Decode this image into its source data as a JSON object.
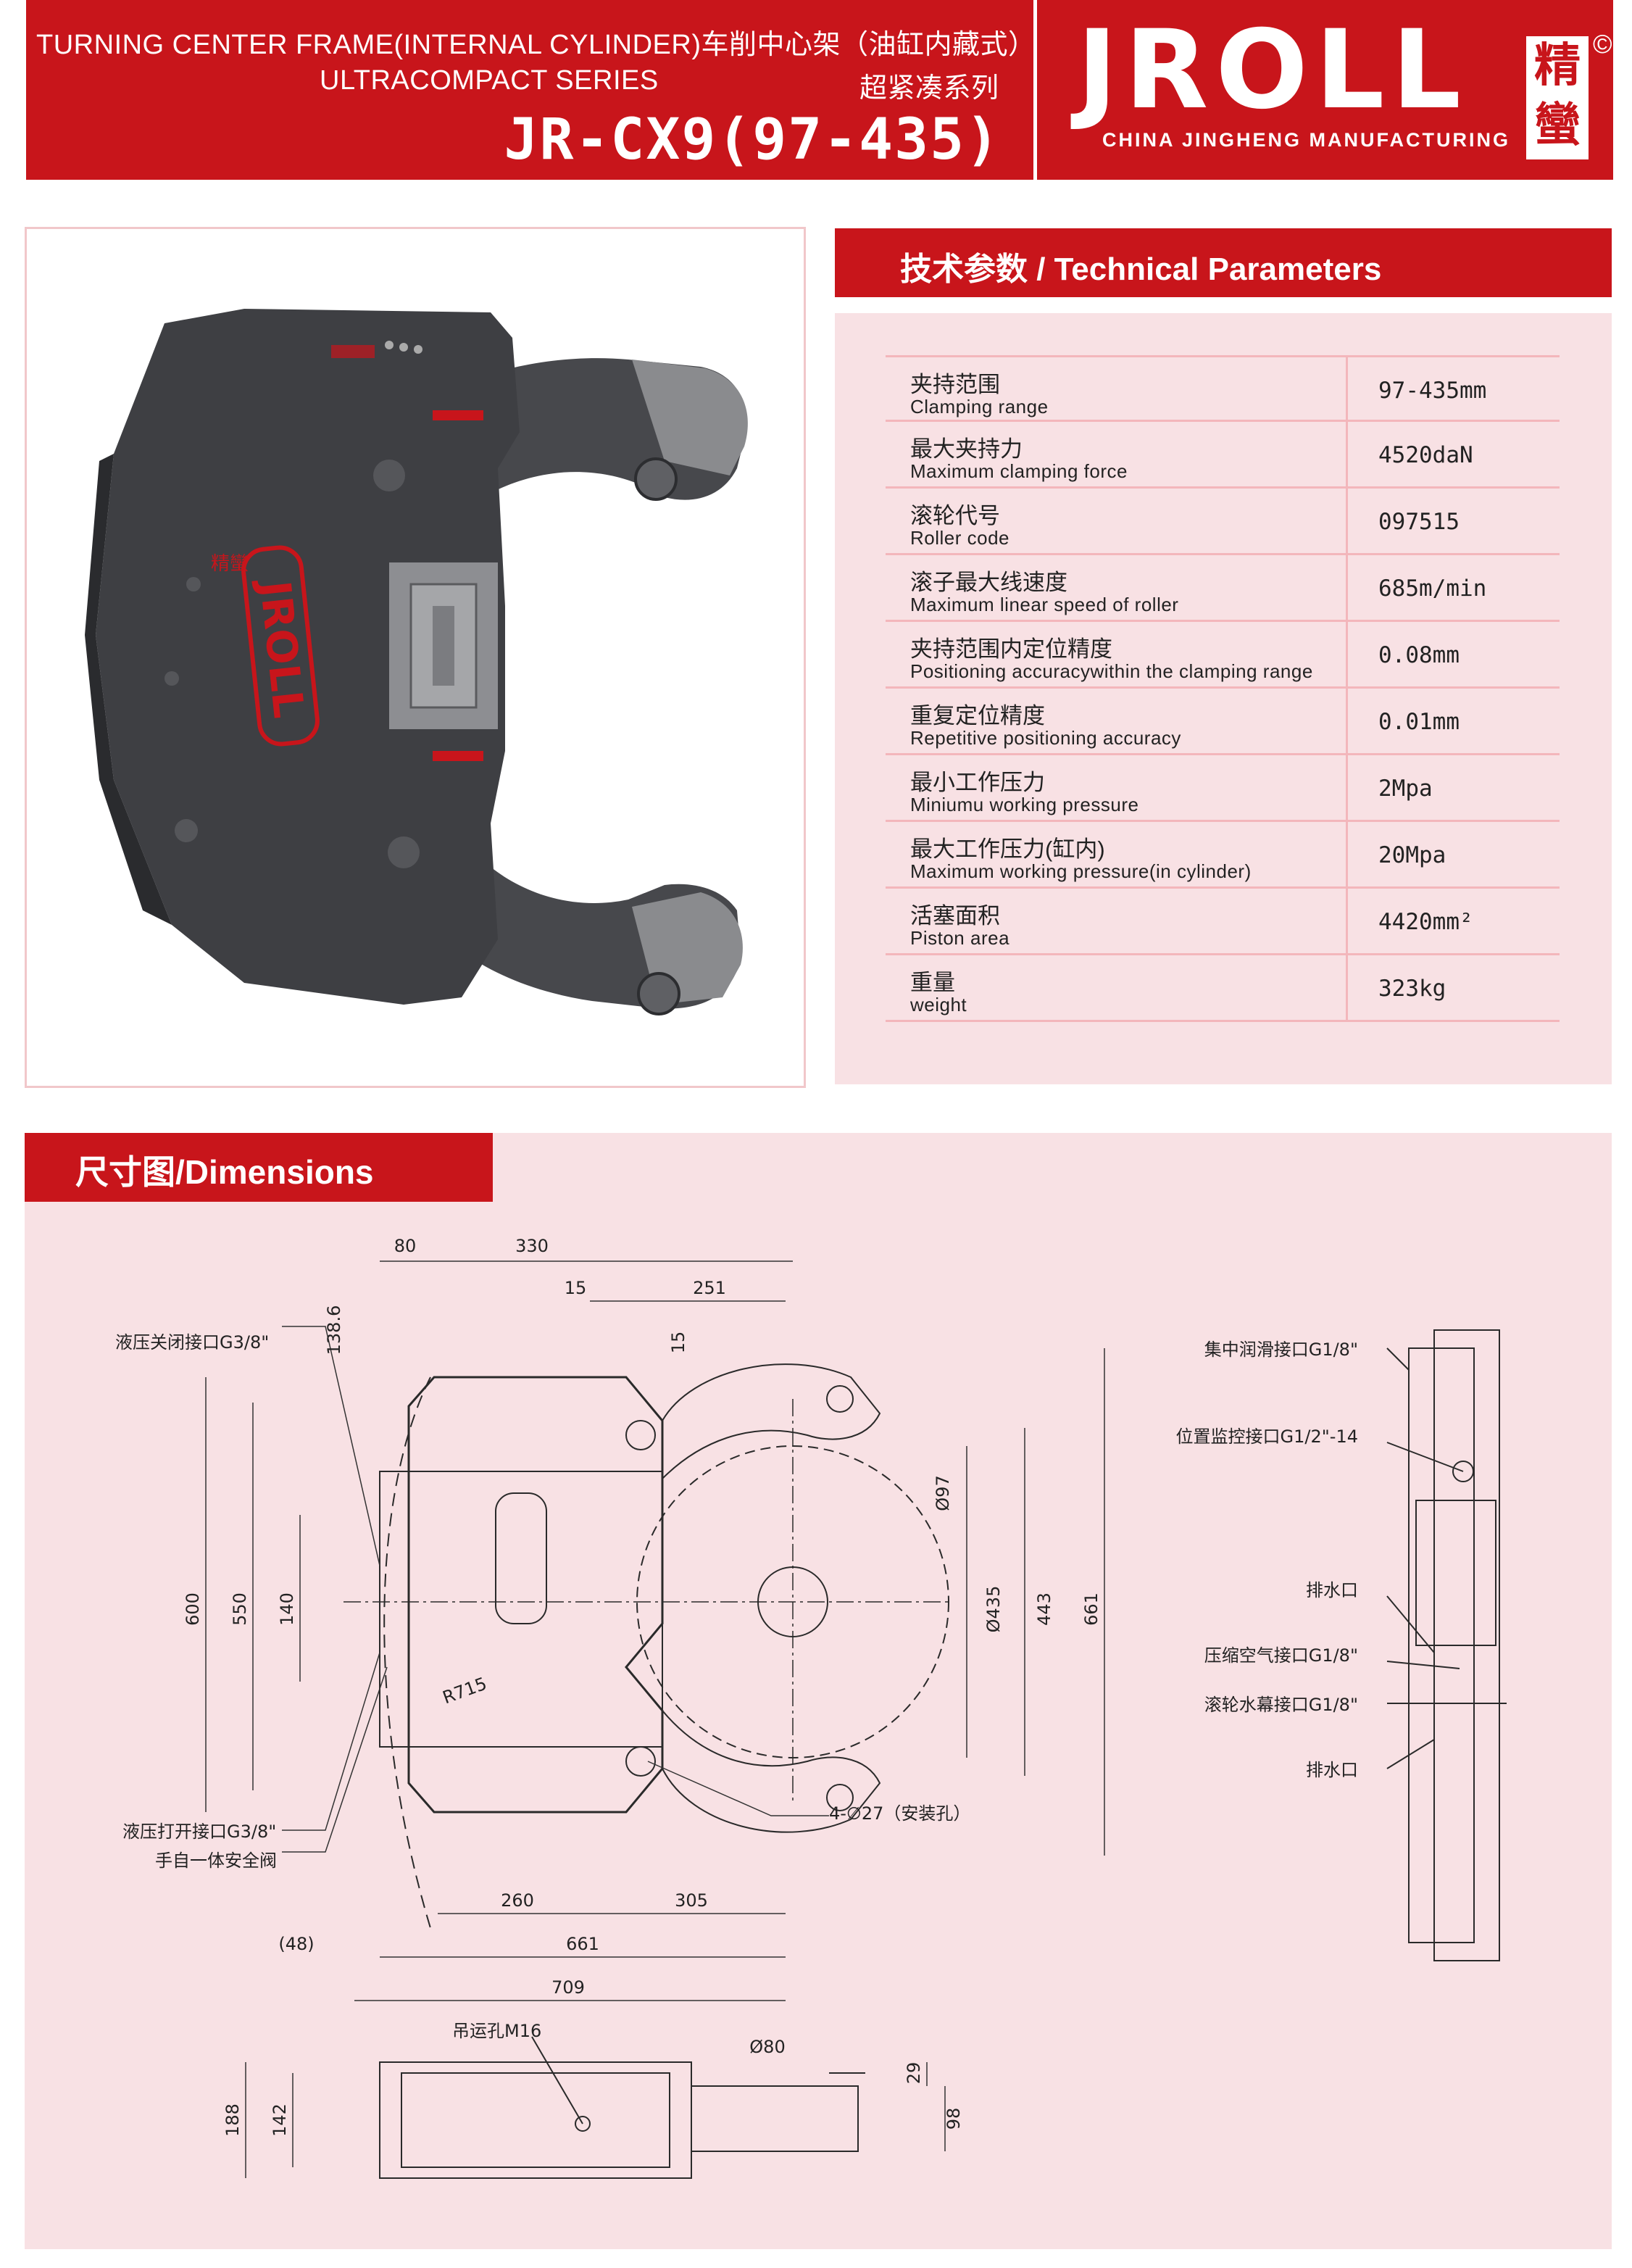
{
  "header": {
    "line1": "TURNING CENTER FRAME(INTERNAL CYLINDER)车削中心架（油缸内藏式）",
    "series_en": "ULTRACOMPACT SERIES",
    "series_cn": "超紧凑系列",
    "model": "JR-CX9(97-435)",
    "logo_text": "JROLL",
    "logo_subtitle": "CHINA JINGHENG MANUFACTURING",
    "logo_seal": "精蠻",
    "copyright": "©"
  },
  "product": {
    "logo_text": "JROLL",
    "brand_cn": "精蠻"
  },
  "parameters": {
    "title": "技术参数 / Technical Parameters",
    "rows": [
      {
        "cn": "夹持范围",
        "en": "Clamping range",
        "value": "97-435mm"
      },
      {
        "cn": "最大夹持力",
        "en": "Maximum clamping force",
        "value": "4520daN"
      },
      {
        "cn": "滚轮代号",
        "en": "Roller code",
        "value": "097515"
      },
      {
        "cn": "滚子最大线速度",
        "en": "Maximum linear speed of roller",
        "value": "685m/min"
      },
      {
        "cn": "夹持范围内定位精度",
        "en": "Positioning accuracywithin the clamping range",
        "value": "0.08mm"
      },
      {
        "cn": "重复定位精度",
        "en": "Repetitive positioning accuracy",
        "value": "0.01mm"
      },
      {
        "cn": "最小工作压力",
        "en": "Miniumu working pressure",
        "value": "2Mpa"
      },
      {
        "cn": "最大工作压力(缸内)",
        "en": "Maximum working pressure(in cylinder)",
        "value": "20Mpa"
      },
      {
        "cn": "活塞面积",
        "en": "Piston area",
        "value": "4420mm²"
      },
      {
        "cn": "重量",
        "en": "weight",
        "value": "323kg"
      }
    ]
  },
  "dimensions": {
    "title": "尺寸图/Dimensions",
    "values": {
      "d80": "80",
      "d330": "330",
      "d15a": "15",
      "d251": "251",
      "d15b": "15",
      "d1386": "138.6",
      "d600": "600",
      "d550": "550",
      "d140": "140",
      "dphi97": "Ø97",
      "dphi435": "Ø435",
      "d443": "443",
      "d661v": "661",
      "r715": "R715",
      "d260": "260",
      "d305": "305",
      "d48": "(48)",
      "d661h": "661",
      "d709": "709",
      "dphi80": "Ø80",
      "d29": "29",
      "d98": "98",
      "d188": "188",
      "d142": "142"
    },
    "labels": {
      "hyd_close": "液压关闭接口G3/8\"",
      "hyd_open": "液压打开接口G3/8\"",
      "manual_valve": "手自一体安全阀",
      "mount_holes": "4-∅27（安装孔）",
      "central_lube": "集中润滑接口G1/8\"",
      "pos_monitor": "位置监控接口G1/2\"-14",
      "drain1": "排水口",
      "air": "压缩空气接口G1/8\"",
      "roller_curtain": "滚轮水幕接口G1/8\"",
      "drain2": "排水口",
      "lifting": "吊运孔M16"
    }
  },
  "colors": {
    "brand_red": "#c8151b",
    "panel_pink": "#f8e1e4",
    "line_pink": "#f3b6bb",
    "body_dark": "#3e3f43"
  }
}
